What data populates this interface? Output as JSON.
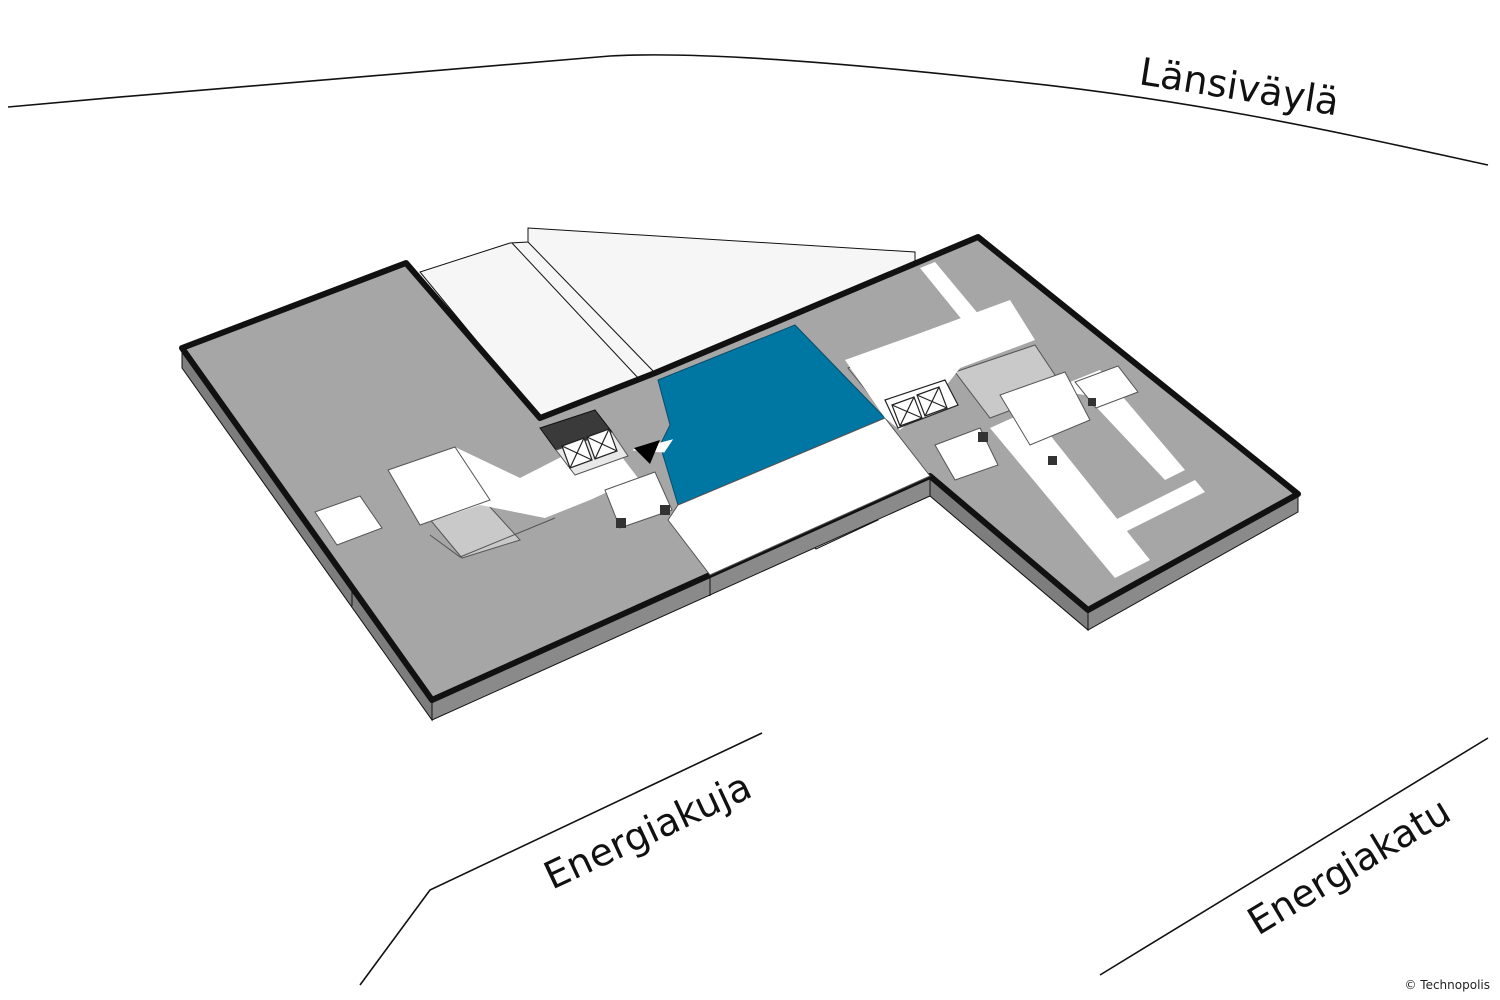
{
  "map": {
    "streets": {
      "north": "Länsiväylä",
      "southwest": "Energiakuja",
      "southeast": "Energiakatu"
    },
    "copyright": "© Technopolis",
    "colors": {
      "highlight_room": "#0077a3",
      "office_space": "#a6a6a6",
      "circulation": "#ffffff",
      "light_zone": "#c9c9c9",
      "building_edge": "#111111",
      "wall_side": "#7d7d7d",
      "dark_block": "#3a3a3a"
    },
    "icons": [
      "elevator-icon",
      "you-are-here-arrow-icon"
    ]
  }
}
